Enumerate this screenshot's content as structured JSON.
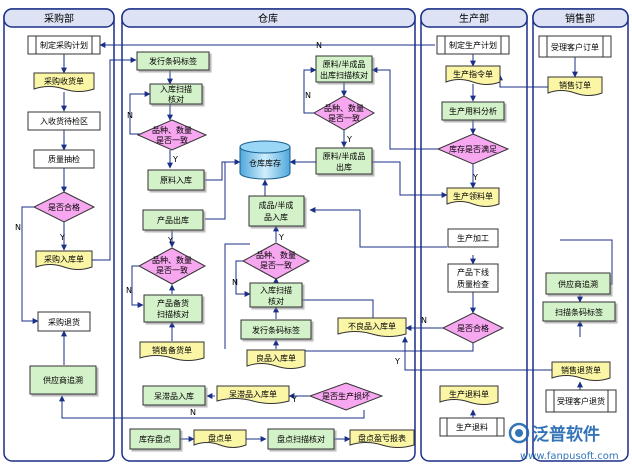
{
  "lanes": {
    "purchase": "采购部",
    "warehouse": "仓库",
    "production": "生产部",
    "sales": "销售部"
  },
  "nodes": {
    "make_purchase_plan": "制定采购计划",
    "purchase_receipt": "采购收货单",
    "receive_pending_area": "入收货待检区",
    "quality_sampling": "质量抽检",
    "is_qualified_p": "是否合格",
    "purchase_inbound_doc": "采购入库单",
    "purchase_return": "采购退货",
    "supplier_trace_p": "供应商追溯",
    "issue_barcode": "发行条码标签",
    "inbound_scan_1": "入库扫描",
    "inbound_scan_1b": "核对",
    "check_match_1a": "品种、数量",
    "check_match_1b": "是否一致",
    "material_inbound": "原料入库",
    "rawfg_scan_1": "原料/半成品",
    "rawfg_scan_2": "出库扫描核对",
    "check_match_2a": "品种、数量",
    "check_match_2b": "是否一致",
    "rawfg_out_1": "原料/半成品",
    "rawfg_out_2": "出库",
    "warehouse_stock": "仓库库存",
    "product_outbound": "产品出库",
    "fg_inbound_1": "成品/半成",
    "fg_inbound_2": "品入库",
    "check_match_3a": "品种、数量",
    "check_match_3b": "是否一致",
    "check_match_4a": "品种、数量",
    "check_match_4b": "是否一致",
    "inbound_scan_2": "入库扫描",
    "inbound_scan_2b": "核对",
    "product_pick_1": "产品备货",
    "product_pick_2": "扫描核对",
    "issue_barcode_2": "发行条码标签",
    "sales_pick_doc": "销售备货单",
    "good_inbound_doc": "良品入库单",
    "defect_inbound_doc": "不良品入库单",
    "scrap_inbound": "呆滞品入库",
    "scrap_inbound_doc": "呆滞品入库单",
    "is_production_loss": "是否生产损坏",
    "stock_count": "库存盘点",
    "count_sheet": "盘点单",
    "count_scan": "盘点扫描核对",
    "count_report": "盘点盈亏报表",
    "make_prod_plan": "制定生产计划",
    "prod_order": "生产指令单",
    "prod_material_analysis": "生产用料分析",
    "stock_enough": "库存是否满足",
    "prod_pick_doc": "生产领料单",
    "prod_process": "生产加工",
    "fg_quality_1": "产品下线",
    "fg_quality_2": "质量检查",
    "is_qualified_prod": "是否合格",
    "prod_return_doc": "生产退料单",
    "prod_return": "生产退料",
    "accept_order": "受理客户订单",
    "sales_order": "销售订单",
    "supplier_trace_s": "供应商追溯",
    "scan_barcode": "扫描条码标签",
    "sales_return_doc": "销售退货单",
    "accept_return": "受理客户退货"
  },
  "labels": {
    "y": "Y",
    "n": "N"
  },
  "watermark": {
    "brand": "泛普软件",
    "url": "www.fanpusoft.com"
  }
}
